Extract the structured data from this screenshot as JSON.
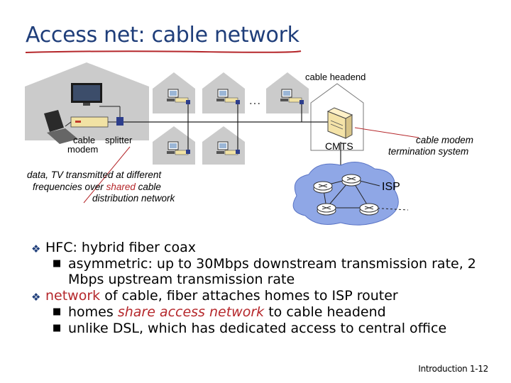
{
  "slide": {
    "title": "Access net: cable network",
    "footer_section": "Introduction",
    "footer_page": "1-12"
  },
  "diagram": {
    "headend_label": "cable headend",
    "cable_modem_label_1": "cable",
    "cable_modem_label_2": "modem",
    "splitter_label": "splitter",
    "cmts_label": "CMTS",
    "cmts_desc_1": "cable modem",
    "cmts_desc_2": "termination system",
    "isp_label": "ISP",
    "ellipsis": "…",
    "note_line1": "data, TV transmitted at different",
    "note_line2_pre": "frequencies over",
    "note_line2_accent": "shared",
    "note_line2_post": "cable",
    "note_line3": "distribution network"
  },
  "bullets": {
    "hfc": "HFC: hybrid fiber coax",
    "asym_line1": "asymmetric: up to 30Mbps downstream transmission rate, 2",
    "asym_line2": "Mbps upstream transmission rate",
    "network_accent": "network",
    "network_rest": "of cable, fiber attaches homes to ISP router",
    "homes_pre": "homes",
    "homes_accent": "share access network",
    "homes_post": "to cable headend",
    "dsl": "unlike DSL, which has dedicated access to central office"
  },
  "colors": {
    "title": "#1f3e7a",
    "accent": "#b5272b",
    "house_fill": "#cbcbcb",
    "cloud_fill": "#8fa7e6"
  }
}
